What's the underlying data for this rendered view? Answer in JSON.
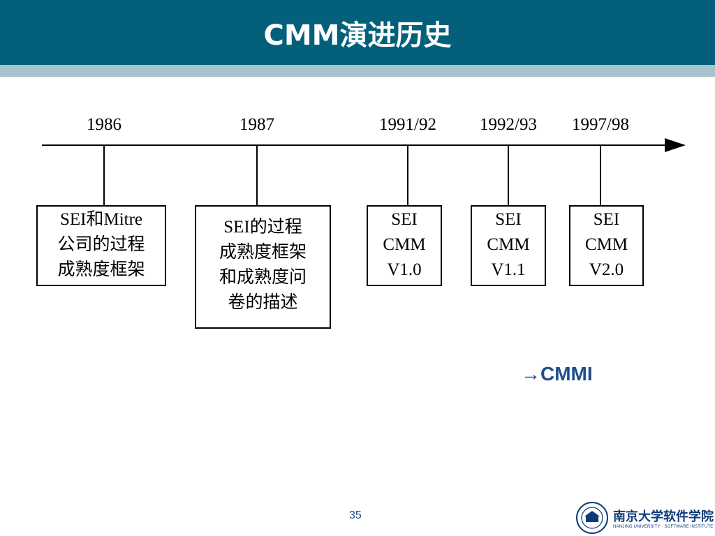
{
  "slide": {
    "title": "CMM演进历史",
    "page_number": "35"
  },
  "timeline": [
    {
      "year": "1986",
      "box_lines": [
        "SEI和Mitre",
        "公司的过程",
        "成熟度框架"
      ]
    },
    {
      "year": "1987",
      "box_lines": [
        "SEI的过程",
        "成熟度框架",
        "和成熟度问",
        "卷的描述"
      ]
    },
    {
      "year": "1991/92",
      "box_lines": [
        "SEI",
        "CMM",
        "V1.0"
      ]
    },
    {
      "year": "1992/93",
      "box_lines": [
        "SEI",
        "CMM",
        "V1.1"
      ]
    },
    {
      "year": "1997/98",
      "box_lines": [
        "SEI",
        "CMM",
        "V2.0"
      ]
    }
  ],
  "footnote": {
    "arrow": "→",
    "text": "CMMI"
  },
  "logo": {
    "name": "南京大学软件学院",
    "subtitle": "NANJING UNIVERSITY · SOFTWARE INSTITUTE"
  },
  "colors": {
    "header": "#04607a",
    "header_strip": "#a9c3ce",
    "accent_text": "#1f4e8c"
  }
}
